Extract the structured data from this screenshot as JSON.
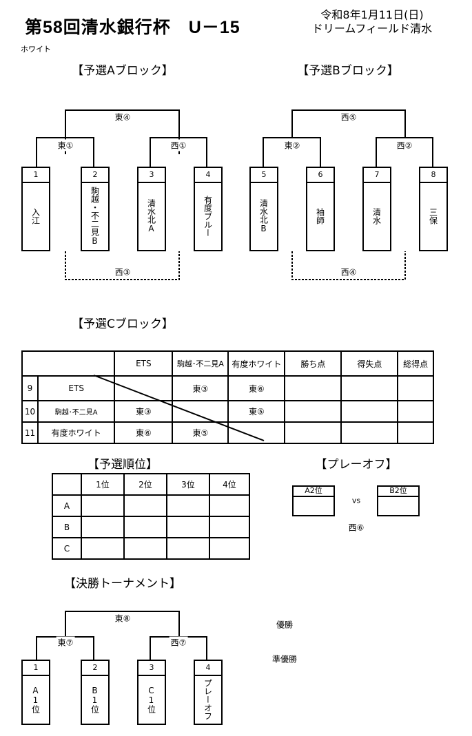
{
  "title": "第58回清水銀行杯　U－15",
  "date_line1": "令和8年1月11日(日)",
  "date_line2": "ドリームフィールド清水",
  "stray_text": "ホワイト",
  "block_a": {
    "header": "【予選Aブロック】",
    "top_match": "東④",
    "left_match": "東①",
    "right_match": "西①",
    "extra_match": "西③",
    "teams": [
      {
        "num": "1",
        "name": "入江"
      },
      {
        "num": "2",
        "name": "駒越・不二見B"
      },
      {
        "num": "3",
        "name": "清水北A"
      },
      {
        "num": "4",
        "name": "有度ブルー"
      }
    ]
  },
  "block_b": {
    "header": "【予選Bブロック】",
    "top_match": "西⑤",
    "left_match": "東②",
    "right_match": "西②",
    "extra_match": "西④",
    "teams": [
      {
        "num": "5",
        "name": "清水北B"
      },
      {
        "num": "6",
        "name": "袖師"
      },
      {
        "num": "7",
        "name": "清水"
      },
      {
        "num": "8",
        "name": "三保"
      }
    ]
  },
  "block_c": {
    "header": "【予選Cブロック】",
    "columns": [
      "ETS",
      "駒越･不二見A",
      "有度ホワイト",
      "勝ち点",
      "得失点",
      "総得点"
    ],
    "rows": [
      {
        "num": "9",
        "team": "ETS",
        "cells": [
          "",
          "東③",
          "東⑥",
          "",
          "",
          ""
        ]
      },
      {
        "num": "10",
        "team": "駒越･不二見A",
        "cells": [
          "東③",
          "",
          "東⑤",
          "",
          "",
          ""
        ]
      },
      {
        "num": "11",
        "team": "有度ホワイト",
        "cells": [
          "東⑥",
          "東⑤",
          "",
          "",
          "",
          ""
        ]
      }
    ]
  },
  "standings": {
    "header": "【予選順位】",
    "columns": [
      "1位",
      "2位",
      "3位",
      "4位"
    ],
    "rows": [
      "A",
      "B",
      "C"
    ]
  },
  "playoff": {
    "header": "【プレーオフ】",
    "left": "A2位",
    "right": "B2位",
    "vs": "vs",
    "match": "西⑥"
  },
  "final": {
    "header": "【決勝トーナメント】",
    "top_match": "東⑧",
    "left_match": "東⑦",
    "right_match": "西⑦",
    "teams": [
      {
        "num": "1",
        "name": "A1位"
      },
      {
        "num": "2",
        "name": "B1位"
      },
      {
        "num": "3",
        "name": "C1位"
      },
      {
        "num": "4",
        "name": "プレーオフ"
      }
    ],
    "winner_label": "優勝",
    "runner_up_label": "準優勝"
  }
}
